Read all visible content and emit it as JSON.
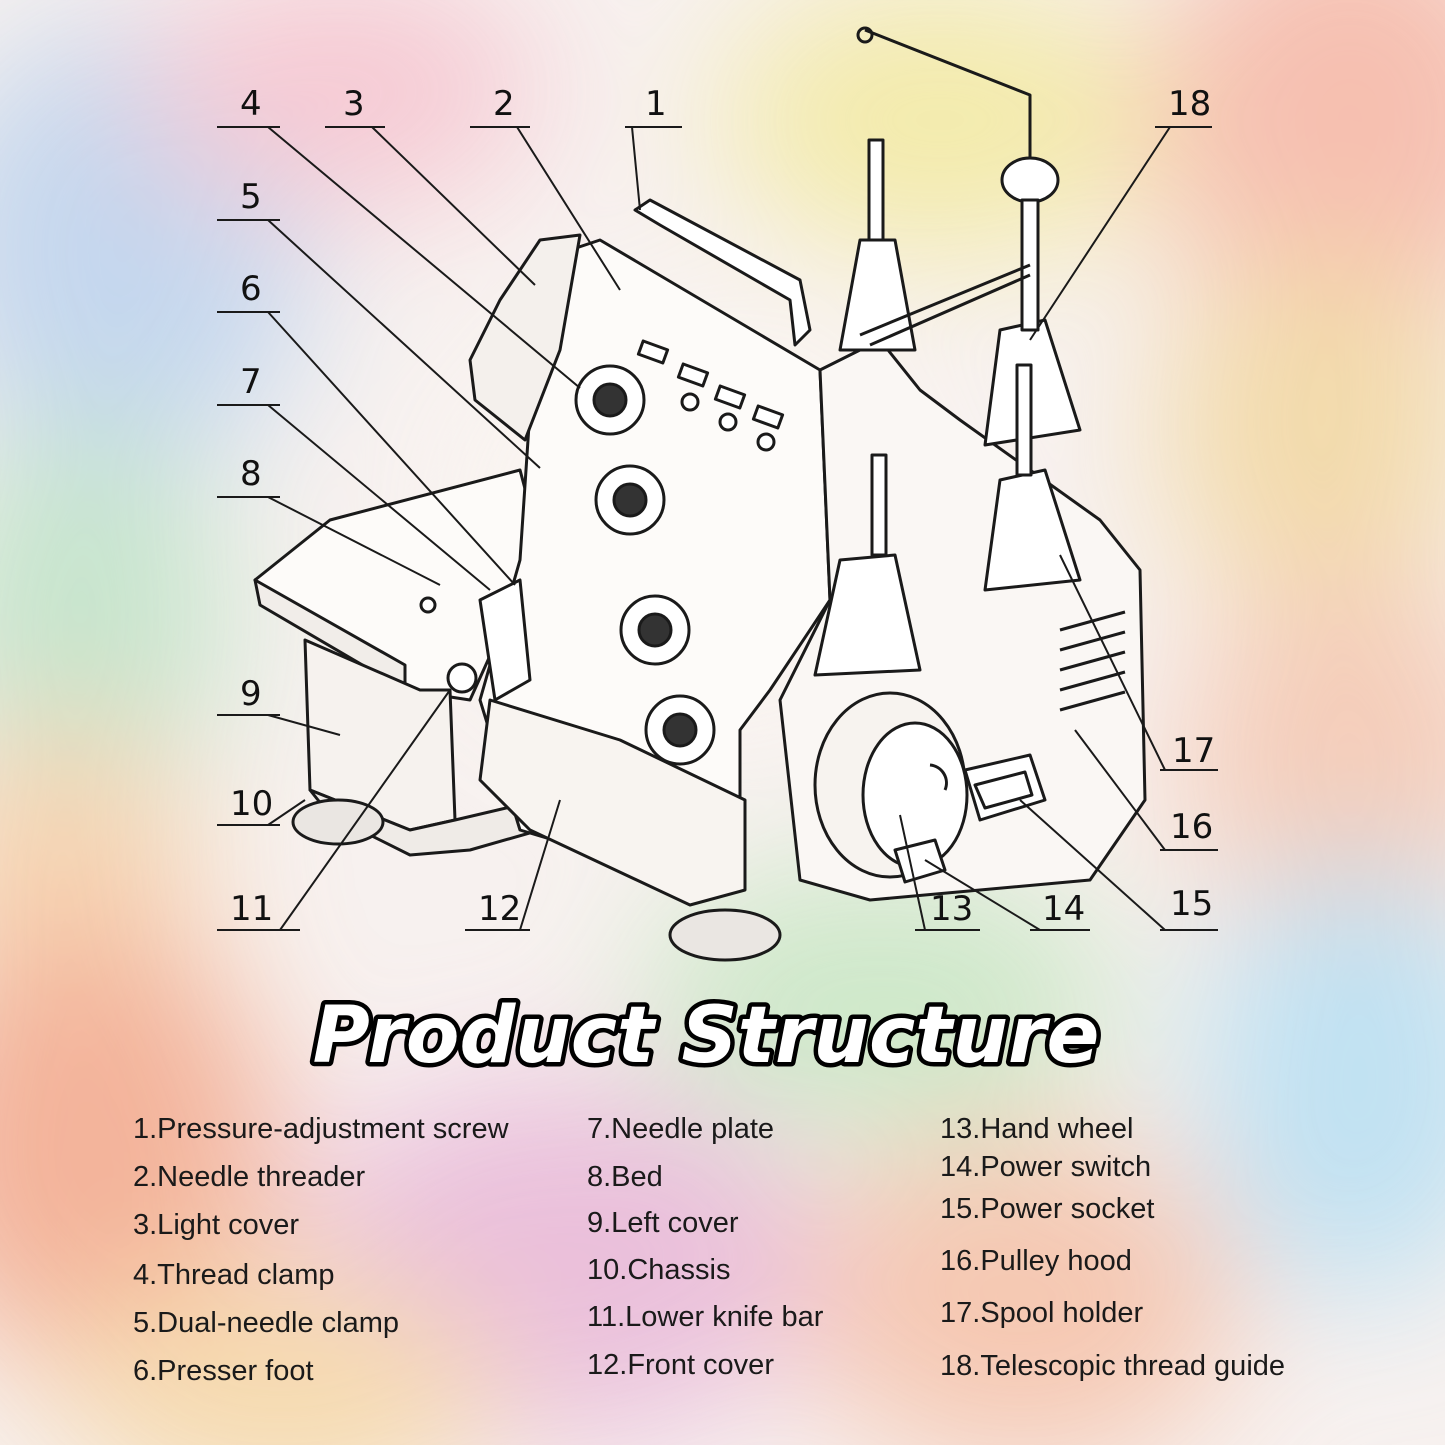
{
  "title": "Product Structure",
  "callouts": [
    "1",
    "2",
    "3",
    "4",
    "5",
    "6",
    "7",
    "8",
    "9",
    "10",
    "11",
    "12",
    "13",
    "14",
    "15",
    "16",
    "17",
    "18"
  ],
  "legend": {
    "col1": [
      "1.Pressure-adjustment screw",
      "2.Needle threader",
      "3.Light cover",
      "4.Thread clamp",
      "5.Dual-needle clamp",
      "6.Presser foot"
    ],
    "col2": [
      "7.Needle plate",
      "8.Bed",
      "9.Left cover",
      "10.Chassis",
      "11.Lower knife bar",
      "12.Front cover"
    ],
    "col3": [
      "13.Hand wheel",
      "14.Power switch",
      "15.Power socket",
      "16.Pulley hood",
      "17.Spool holder",
      "18.Telescopic thread guide"
    ]
  },
  "icons": [
    "overlock-sewing-machine-illustration"
  ],
  "colors": {
    "text": "#111111",
    "line": "#1a1a1a",
    "title_fill": "#ffffff",
    "title_stroke": "#000000"
  }
}
